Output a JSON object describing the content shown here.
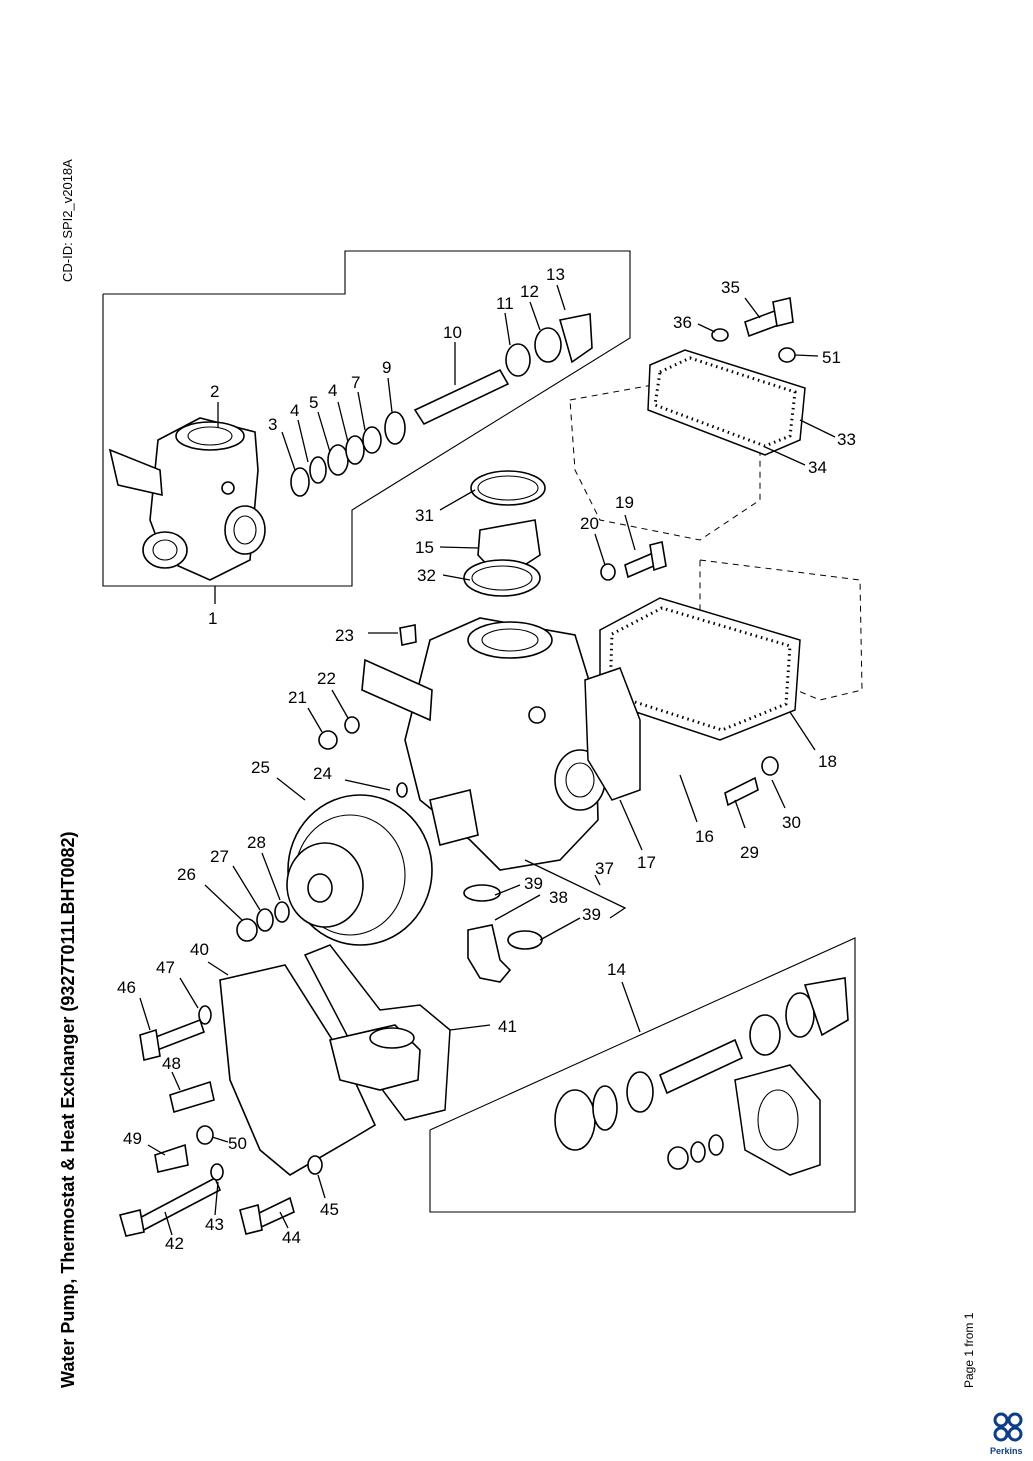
{
  "document": {
    "cd_id": "CD-ID: SPI2_v2018A",
    "title": "Water Pump, Thermostat & Heat Exchanger (9327T011LBHT0082)",
    "page_info": "Page 1 from 1",
    "brand": "Perkins"
  },
  "callouts": [
    "1",
    "2",
    "3",
    "4",
    "5",
    "4",
    "7",
    "9",
    "10",
    "11",
    "12",
    "13",
    "14",
    "15",
    "16",
    "17",
    "18",
    "19",
    "20",
    "21",
    "22",
    "23",
    "24",
    "25",
    "26",
    "27",
    "28",
    "29",
    "30",
    "31",
    "32",
    "33",
    "34",
    "35",
    "36",
    "37",
    "38",
    "39",
    "39",
    "40",
    "41",
    "42",
    "43",
    "44",
    "45",
    "46",
    "47",
    "48",
    "49",
    "50",
    "51"
  ]
}
